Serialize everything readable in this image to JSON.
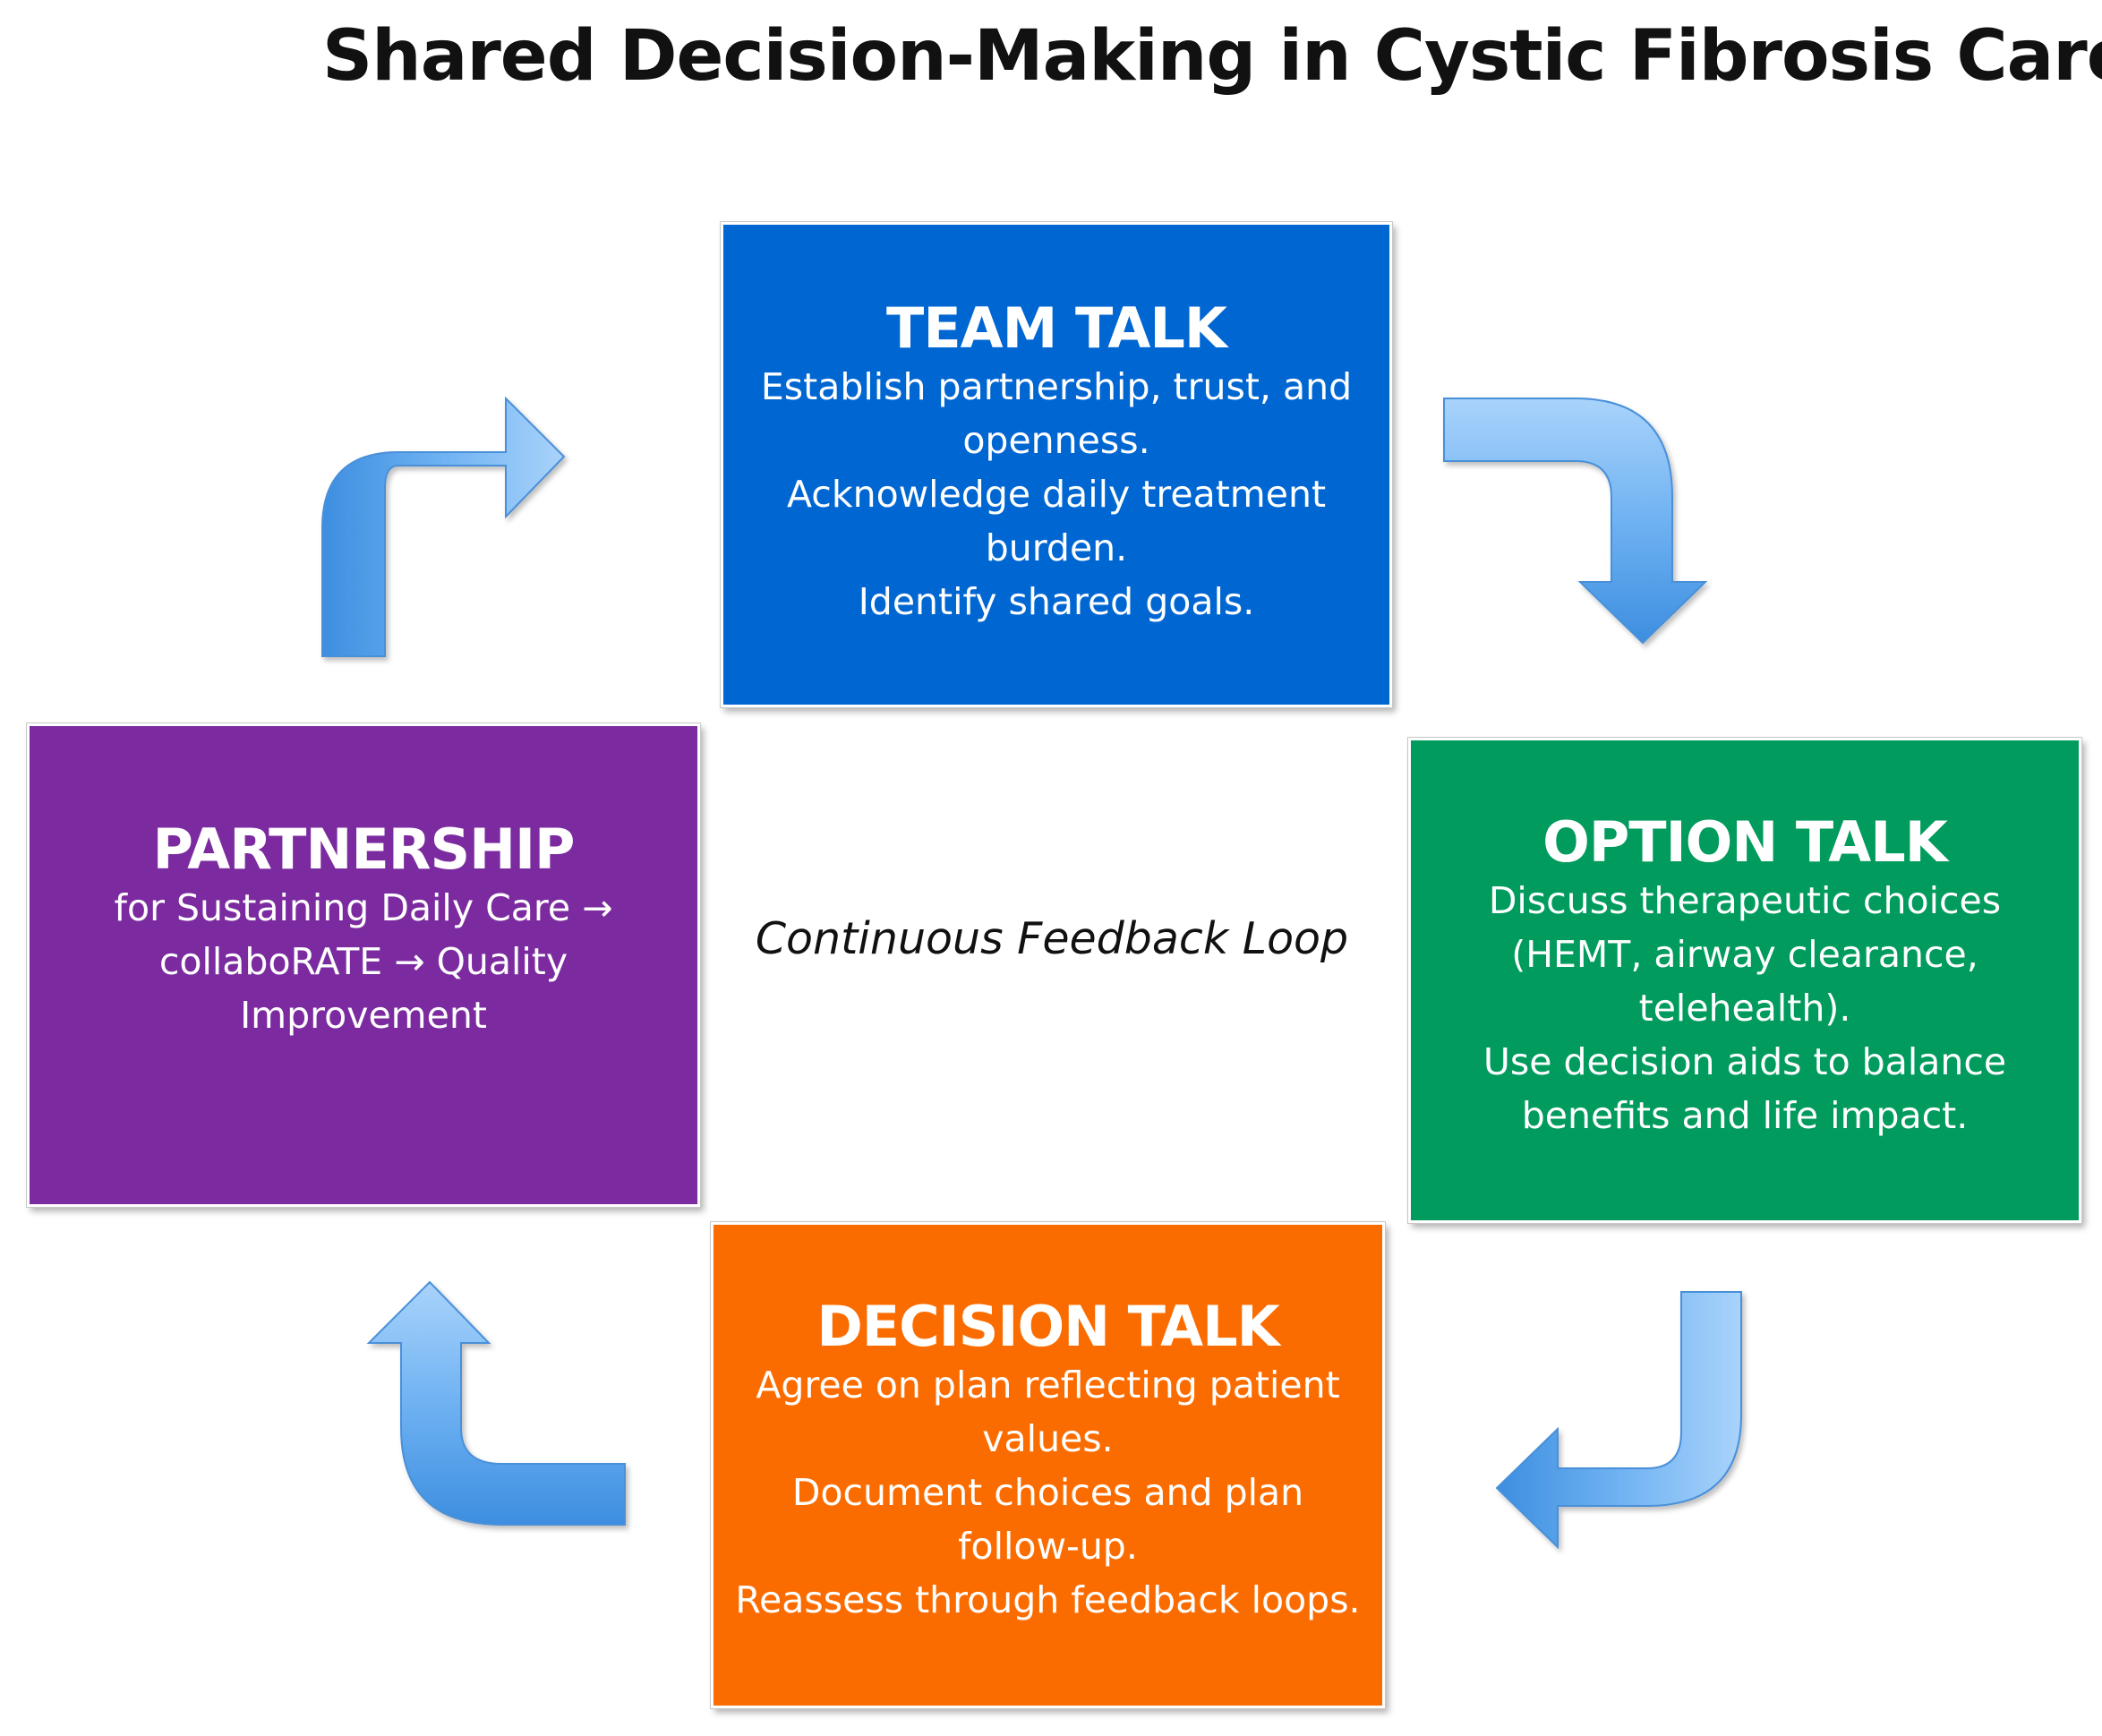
{
  "title": "Shared Decision-Making in Cystic Fibrosis Care",
  "center_label": "Continuous Feedback Loop",
  "boxes": {
    "team": {
      "heading": "TEAM TALK",
      "lines": [
        "Establish partnership, trust, and",
        "openness.",
        "Acknowledge daily treatment",
        "burden.",
        "Identify shared goals."
      ],
      "color": "#0066d2"
    },
    "option": {
      "heading": "OPTION TALK",
      "lines": [
        "Discuss therapeutic choices",
        "(HEMT, airway clearance,",
        "telehealth).",
        "Use decision aids to balance",
        "benefits and life impact."
      ],
      "color": "#009b5d"
    },
    "decision": {
      "heading": "DECISION TALK",
      "lines": [
        "Agree on plan reflecting patient",
        "values.",
        "Document choices and plan",
        "follow-up.",
        "Reassess through feedback loops."
      ],
      "color": "#fb6c00"
    },
    "partner": {
      "heading": "PARTNERSHIP",
      "lines": [
        "for Sustaining Daily Care →",
        "collaboRATE → Quality",
        "Improvement"
      ],
      "color": "#7b2b9f"
    }
  },
  "arrow_color": "#7ab8f5"
}
